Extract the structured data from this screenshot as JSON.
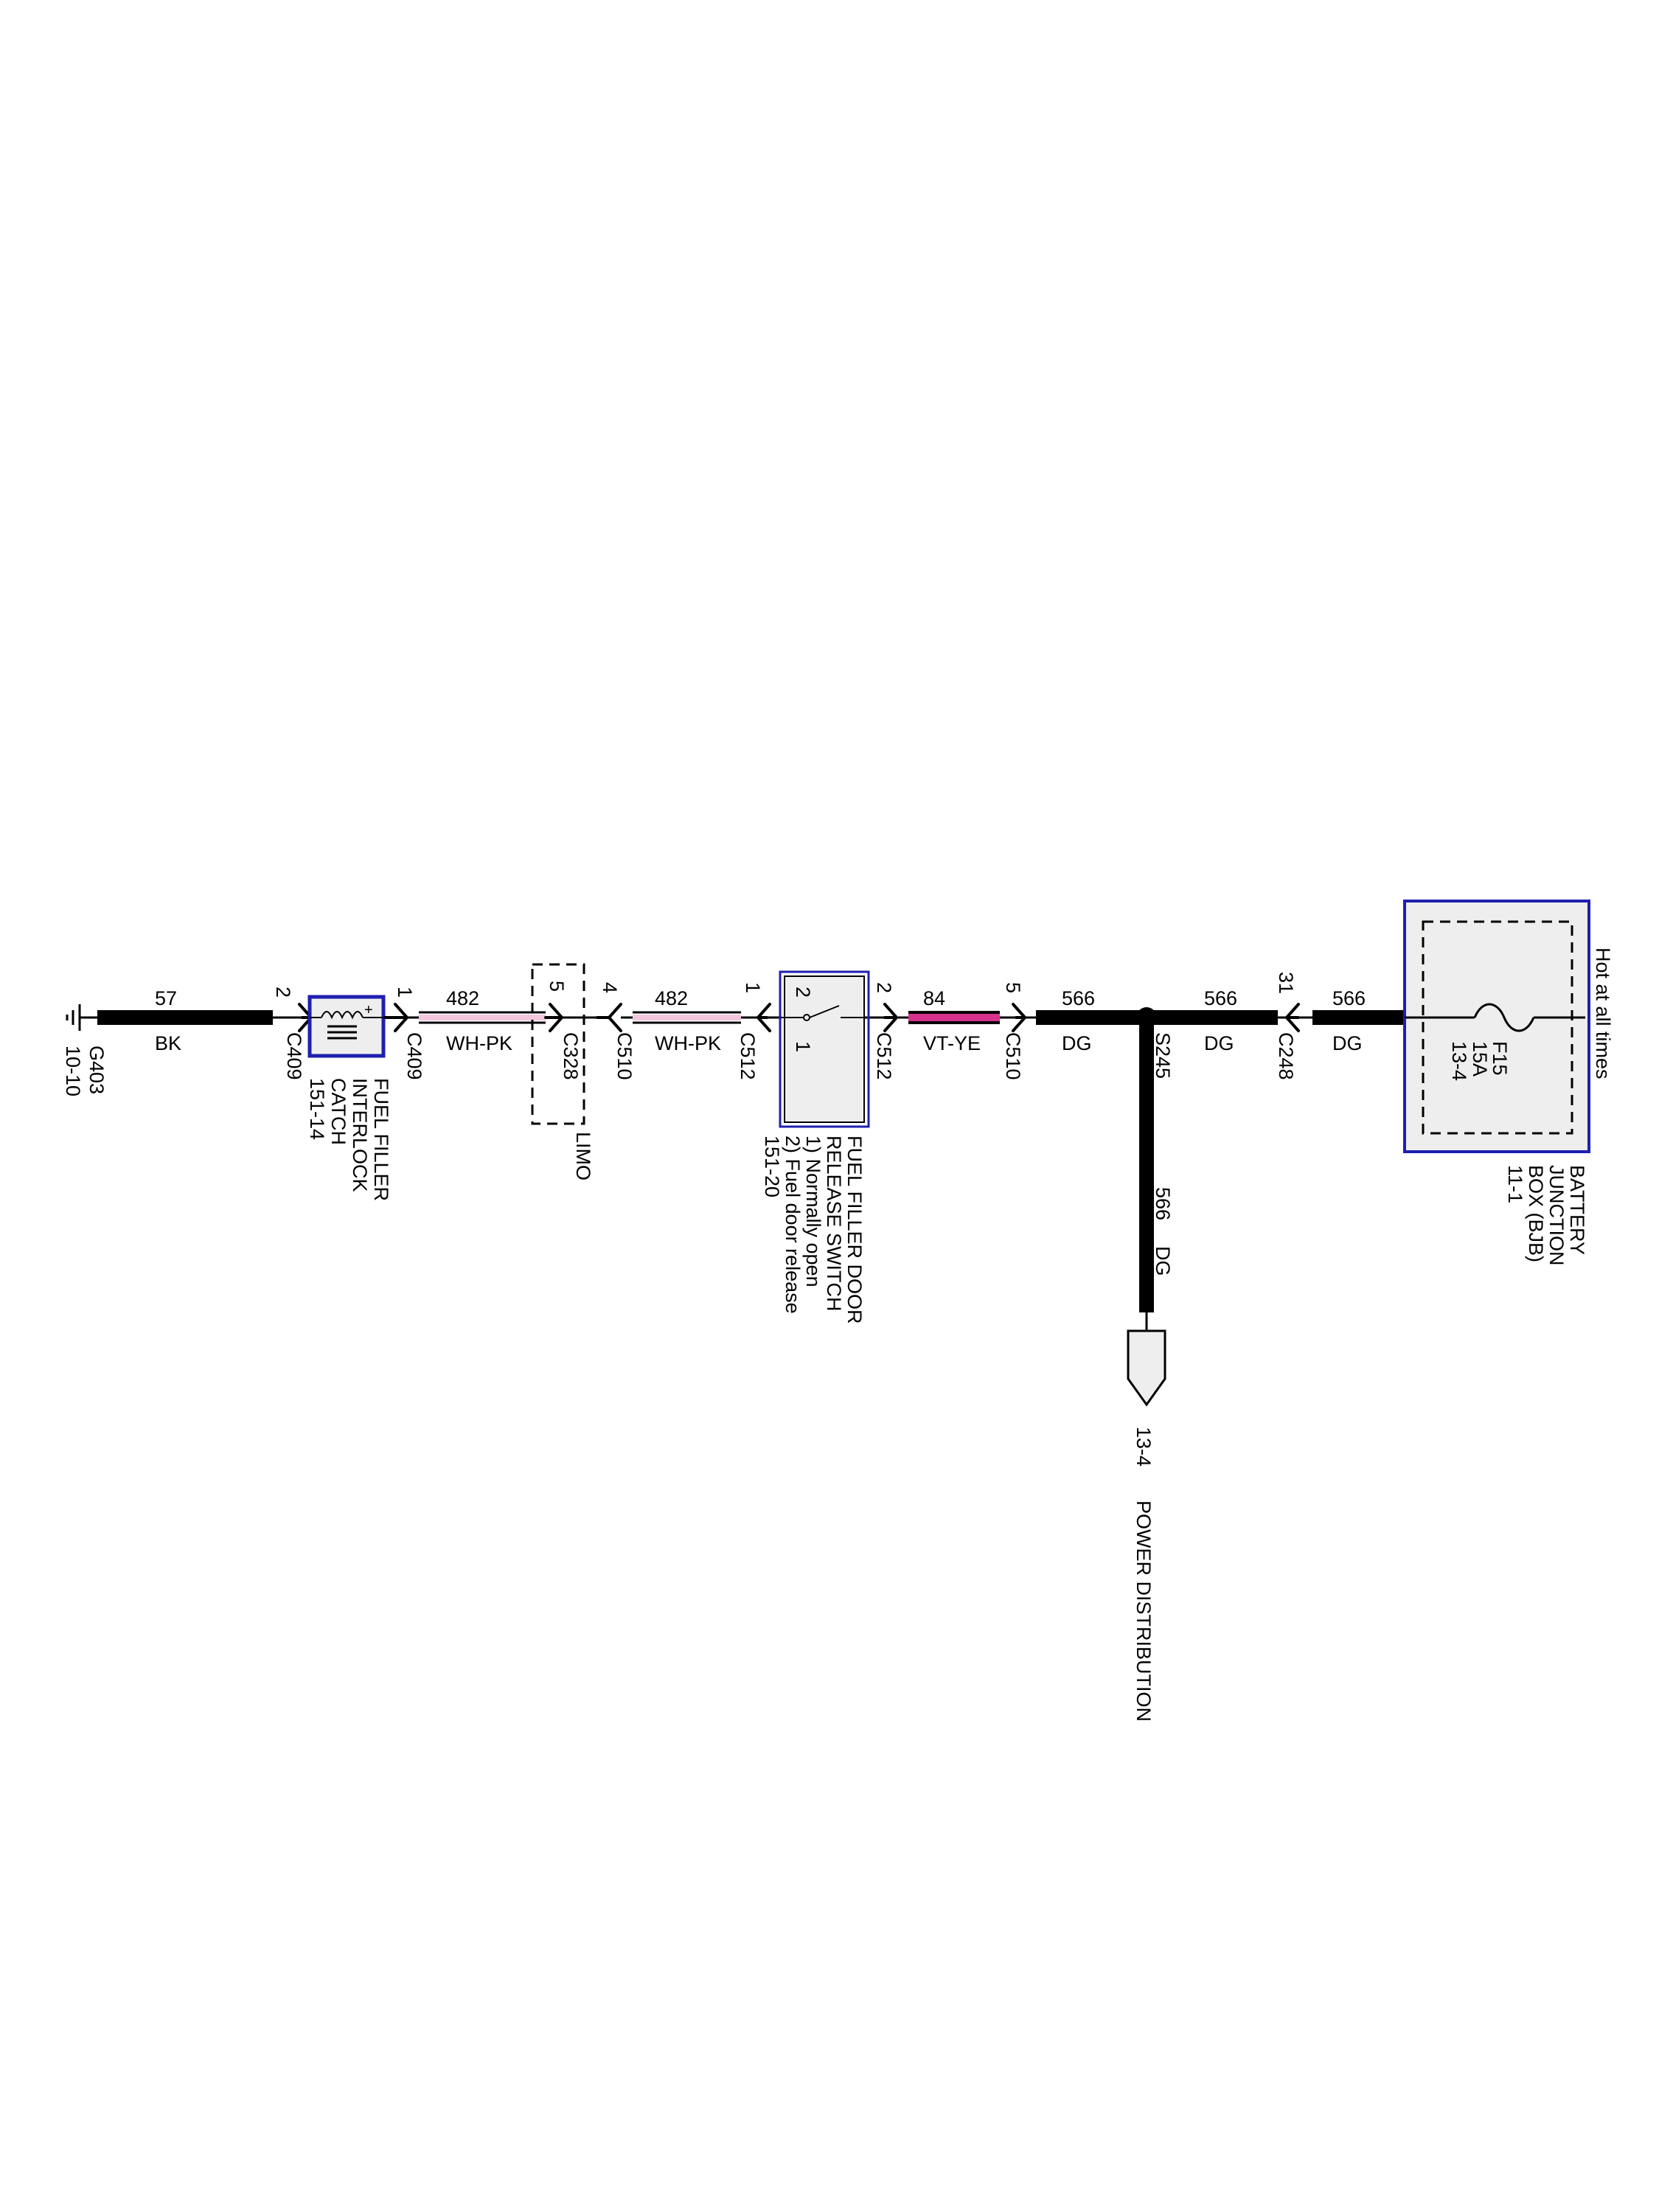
{
  "colors": {
    "wire": "#000000",
    "pink_wire": "#d6338e",
    "frame_blue": "#1f1fb0",
    "box_fill": "#eeeeee"
  },
  "wires": {
    "w57": {
      "circuit": "57",
      "color": "BK"
    },
    "w482a": {
      "circuit": "482",
      "color": "WH-PK"
    },
    "w482b": {
      "circuit": "482",
      "color": "WH-PK"
    },
    "w84": {
      "circuit": "84",
      "color": "VT-YE"
    },
    "w566a": {
      "circuit": "566",
      "color": "DG"
    },
    "w566b": {
      "circuit": "566",
      "color": "DG"
    },
    "w566c": {
      "circuit": "566",
      "color": "DG"
    },
    "w566d": {
      "circuit": "566",
      "color": "DG"
    }
  },
  "connectors": {
    "c409_left": {
      "pin": "2",
      "name": "C409"
    },
    "c409_right": {
      "pin": "1",
      "name": "C409"
    },
    "c328": {
      "pin": "5",
      "name": "C328"
    },
    "c510_left": {
      "pin": "4",
      "name": "C510"
    },
    "c512_left": {
      "pin": "1",
      "name": "C512"
    },
    "c512_right": {
      "pin": "2",
      "name": "C512"
    },
    "c510_right": {
      "pin": "5",
      "name": "C510"
    },
    "c248": {
      "pin": "31",
      "name": "C248"
    }
  },
  "ground": {
    "name": "G403",
    "ref": "10-10"
  },
  "splice": {
    "name": "S245"
  },
  "interlock": {
    "line1": "FUEL FILLER",
    "line2": "INTERLOCK",
    "line3": "CATCH",
    "ref": "151-14"
  },
  "limo": {
    "label": "LIMO"
  },
  "switch": {
    "pin_a": "2",
    "pin_b": "1",
    "line1": "FUEL FILLER DOOR",
    "line2": "RELEASE SWITCH",
    "line3": "1) Normally open",
    "line4": "2) Fuel door release",
    "ref": "151-20"
  },
  "bjb": {
    "hot_label": "Hot at all times",
    "fuse_name": "F15",
    "fuse_rating": "15A",
    "fuse_ref": "13-4",
    "line1": "BATTERY",
    "line2": "JUNCTION",
    "line3": "BOX (BJB)",
    "ref": "11-1"
  },
  "power_dist": {
    "ref": "13-4",
    "label": "POWER DISTRIBUTION"
  }
}
